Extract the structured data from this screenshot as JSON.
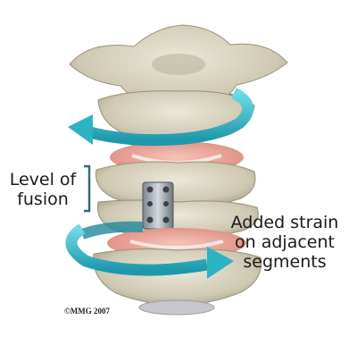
{
  "labels": {
    "level_of_fusion": [
      "Level of",
      "fusion"
    ],
    "added_strain": [
      "Added strain",
      "on adjacent",
      "segments"
    ]
  },
  "copyright": "©MMG 2007",
  "colors": {
    "bone": "#d8d3c0",
    "bone_shadow": "#a9a28c",
    "disc": "#e8a59a",
    "arrow": "#3bbfcf",
    "arrow_dark": "#1e8fa2",
    "bracket": "#2f6e78",
    "plate": "#9aa3ad"
  },
  "icons": {
    "rotation_arrows": "circular-arrow-icon",
    "fusion_plate": "bone-plate-icon",
    "bracket": "bracket-icon"
  }
}
